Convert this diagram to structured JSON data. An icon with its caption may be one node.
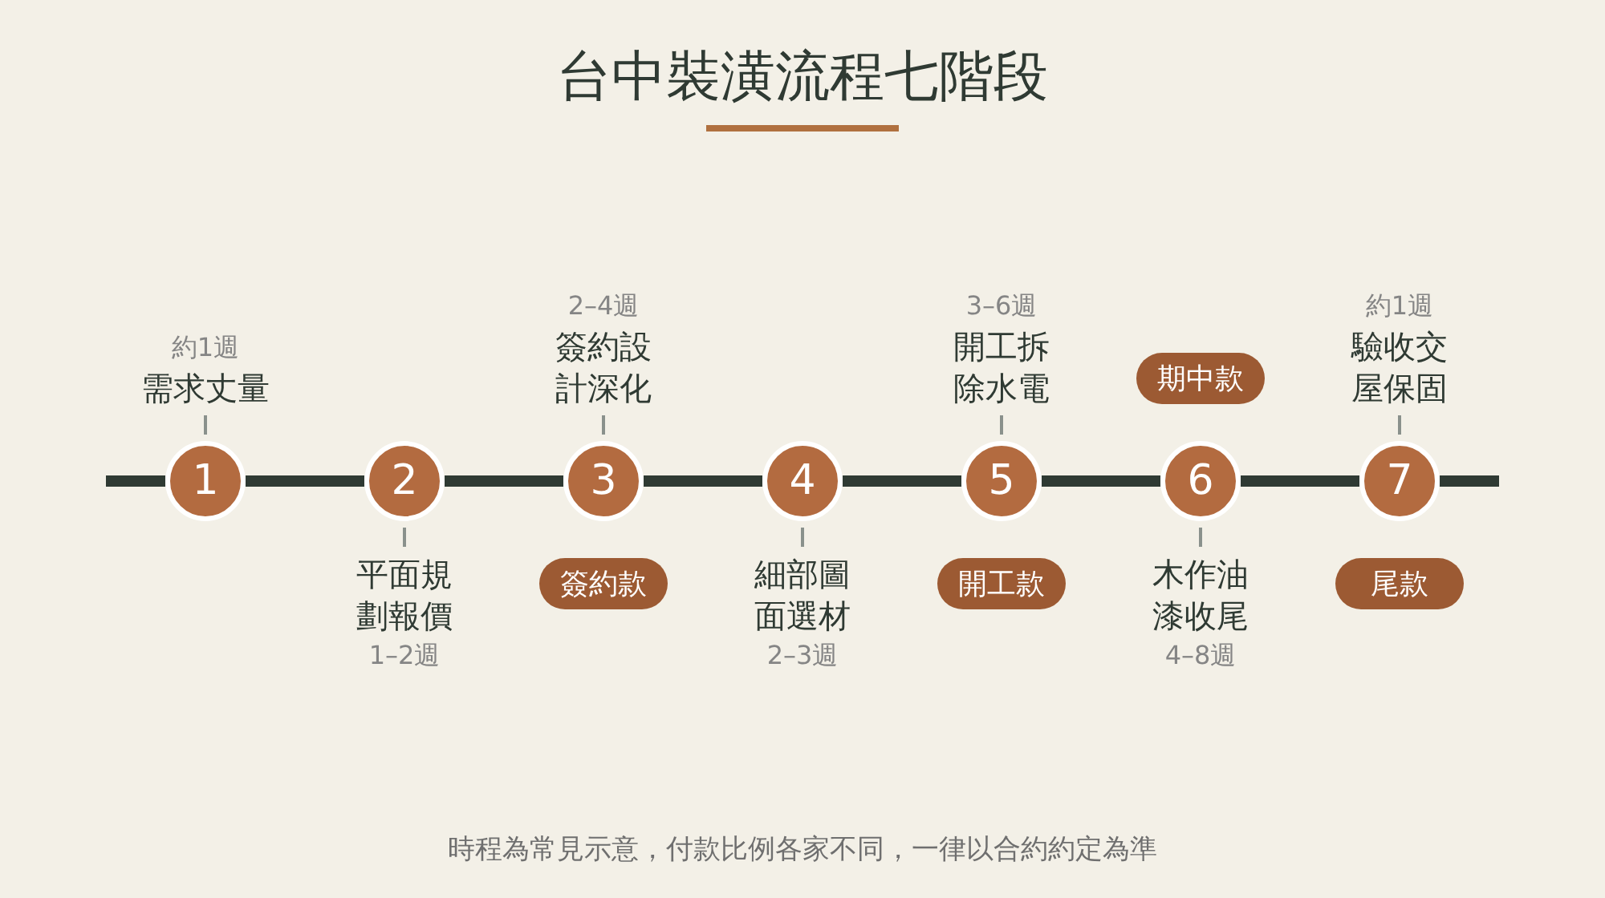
{
  "diagram": {
    "title": "台中裝潢流程七階段",
    "caption": "時程為常見示意，付款比例各家不同，一律以合約約定為準",
    "nodes": [
      {
        "text": [
          "需求丈量",
          "1"
        ],
        "beside": [
          "約1週"
        ]
      },
      {
        "text": [
          "2",
          "平面規劃報價"
        ],
        "beside": [
          "1–2週"
        ]
      },
      {
        "text": [
          "簽約設計深化",
          "3"
        ],
        "beside": [
          "2–4週"
        ]
      },
      {
        "text": [
          "4",
          "細部圖面選材"
        ],
        "beside": [
          "2–3週"
        ]
      },
      {
        "text": [
          "開工拆除水電",
          "5"
        ],
        "beside": [
          "3–6週"
        ]
      },
      {
        "text": [
          "6",
          "木作油漆收尾"
        ],
        "beside": [
          "4–8週"
        ]
      },
      {
        "text": [
          "驗收交屋保固",
          "7"
        ],
        "beside": [
          "約1週"
        ]
      },
      {
        "text": [
          "簽約款"
        ]
      },
      {
        "text": [
          "開工款"
        ]
      },
      {
        "text": [
          "期中款"
        ]
      },
      {
        "text": [
          "尾款"
        ]
      }
    ],
    "edges": [
      {
        "from": null,
        "to": 0,
        "arrow": "none"
      },
      {
        "from": 0,
        "to": 1,
        "arrow": "none"
      },
      {
        "from": 1,
        "to": 2,
        "arrow": "none"
      },
      {
        "from": 2,
        "to": 3,
        "arrow": "none"
      },
      {
        "from": 3,
        "to": 4,
        "arrow": "none"
      },
      {
        "from": 4,
        "to": 5,
        "arrow": "none"
      },
      {
        "from": 5,
        "to": 6,
        "arrow": "none"
      },
      {
        "from": 6,
        "to": null,
        "arrow": "none"
      }
    ]
  }
}
